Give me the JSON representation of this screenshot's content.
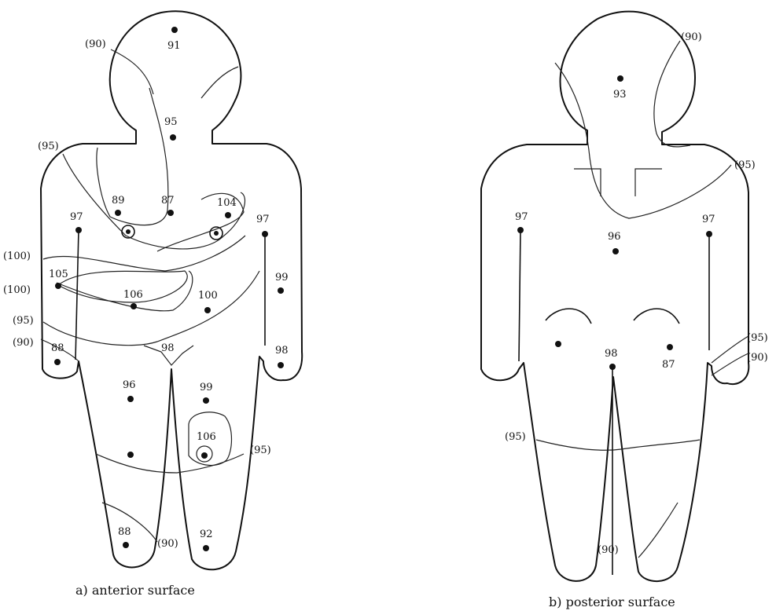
{
  "colors": {
    "ink": "#111111",
    "background": "#ffffff"
  },
  "anterior": {
    "caption": "a) anterior surface",
    "readings": [
      "91",
      "95",
      "89",
      "87",
      "104",
      "97",
      "97",
      "105",
      "106",
      "100",
      "99",
      "98",
      "98",
      "88",
      "96",
      "99",
      "106",
      "88",
      "92"
    ],
    "isotherm_labels": [
      "(90)",
      "(95)",
      "(100)",
      "(100)",
      "(95)",
      "(90)",
      "(95)",
      "(90)"
    ]
  },
  "posterior": {
    "caption": "b) posterior surface",
    "readings": [
      "93",
      "97",
      "96",
      "97",
      "98",
      "87"
    ],
    "isotherm_labels": [
      "(90)",
      "(95)",
      "(95)",
      "(90)",
      "(95)",
      "(90)"
    ]
  }
}
